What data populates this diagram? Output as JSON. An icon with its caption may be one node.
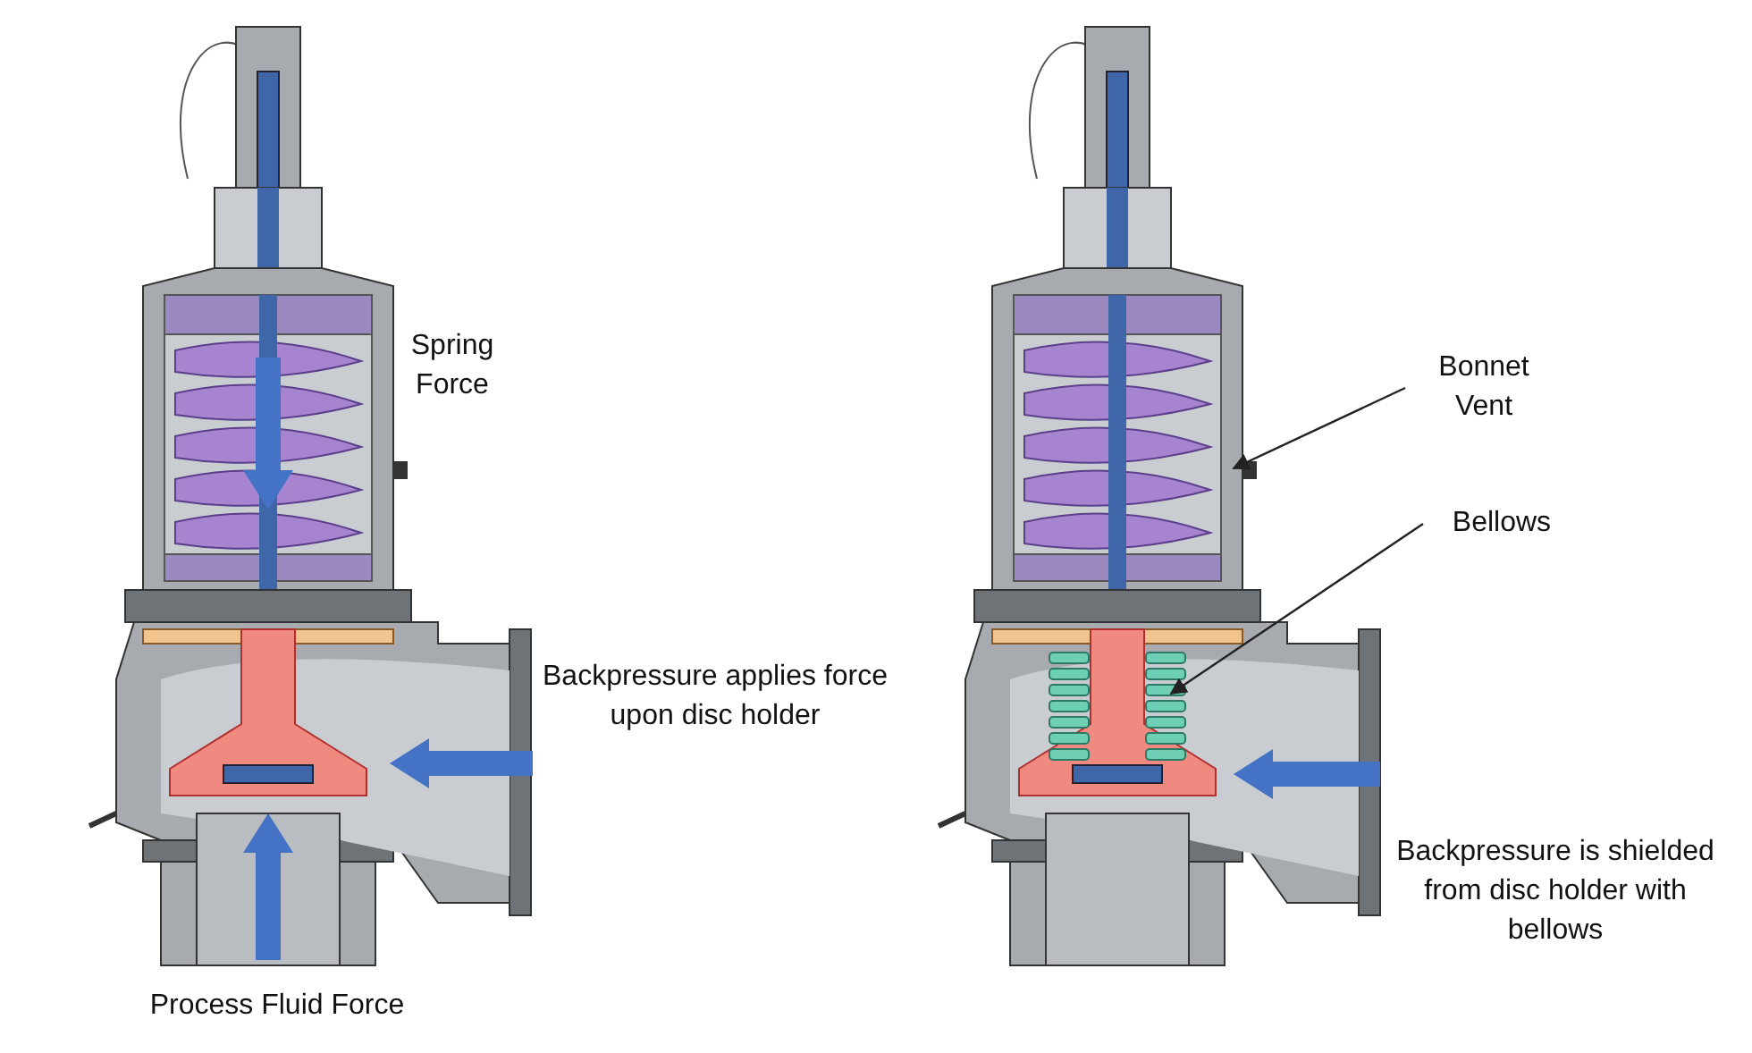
{
  "diagram": {
    "nodes": [
      {
        "text": [
          "Bonnet Vent"
        ]
      },
      {
        "text": [
          "Bellows"
        ]
      }
    ],
    "edges": [
      {
        "from": 0,
        "to": null,
        "arrow": "to"
      },
      {
        "from": 1,
        "to": null,
        "arrow": "to"
      }
    ],
    "labels": [
      "Spring Force",
      "Backpressure applies force upon disc holder",
      "Process Fluid Force",
      "Backpressure is shielded from disc holder with bellows"
    ]
  }
}
